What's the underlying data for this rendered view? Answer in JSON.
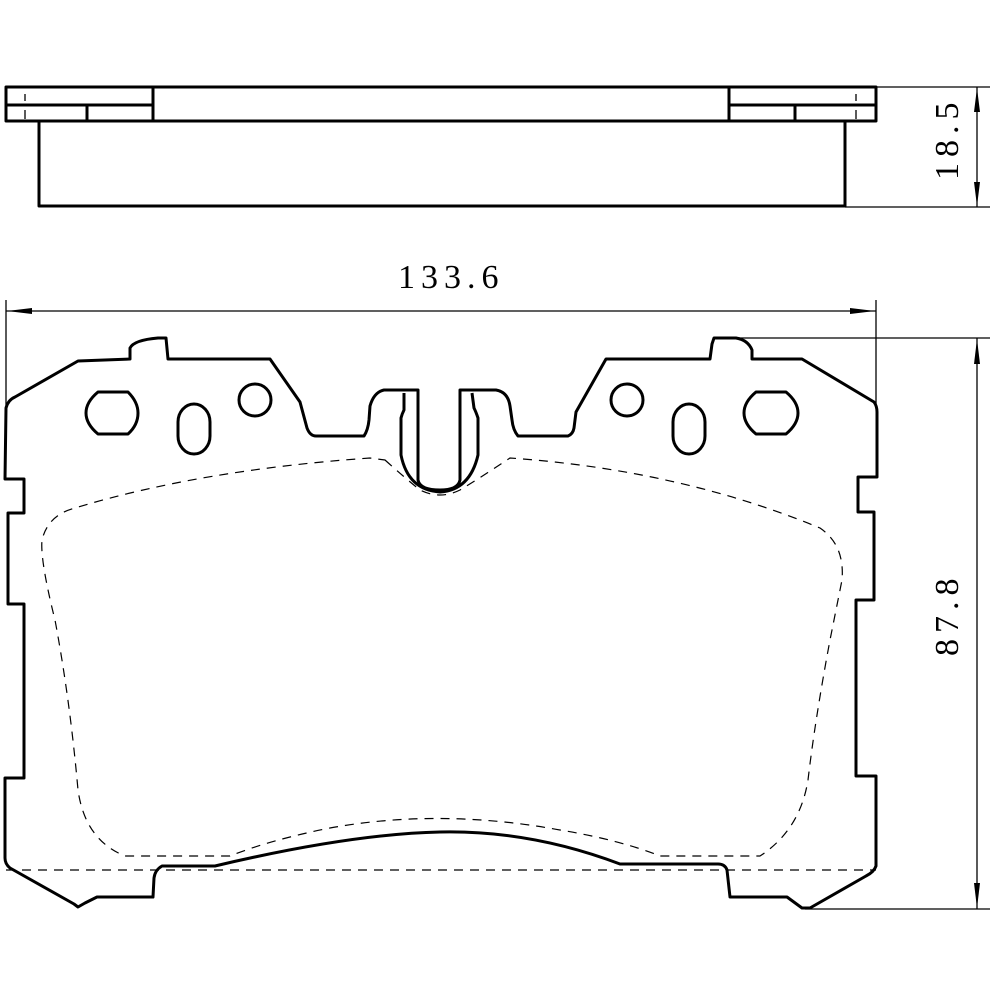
{
  "drawing": {
    "subject": "brake pad technical drawing",
    "views": [
      "side-view",
      "front-view"
    ],
    "line_color": "#000000",
    "background": "#ffffff"
  },
  "dimensions": {
    "thickness": {
      "value": "18.5",
      "orientation": "vertical",
      "view": "side-view"
    },
    "width": {
      "value": "133.6",
      "orientation": "horizontal",
      "view": "front-view"
    },
    "height": {
      "value": "87.8",
      "orientation": "vertical",
      "view": "front-view"
    }
  }
}
